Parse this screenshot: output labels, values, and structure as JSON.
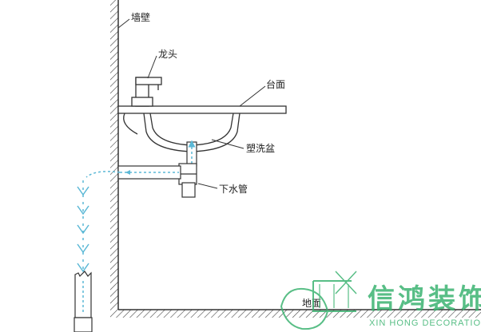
{
  "labels": {
    "wall": "墙壁",
    "faucet": "龙头",
    "countertop": "台面",
    "basin": "塑洗盆",
    "drain_pipe": "下水管",
    "floor": "地面"
  },
  "watermark": {
    "brand_cn": "信鸿装饰",
    "brand_en": "XIN HONG DECORATION"
  },
  "colors": {
    "line": "#333333",
    "pipe_flow": "#5bb8d6",
    "watermark": "#3cb371"
  }
}
